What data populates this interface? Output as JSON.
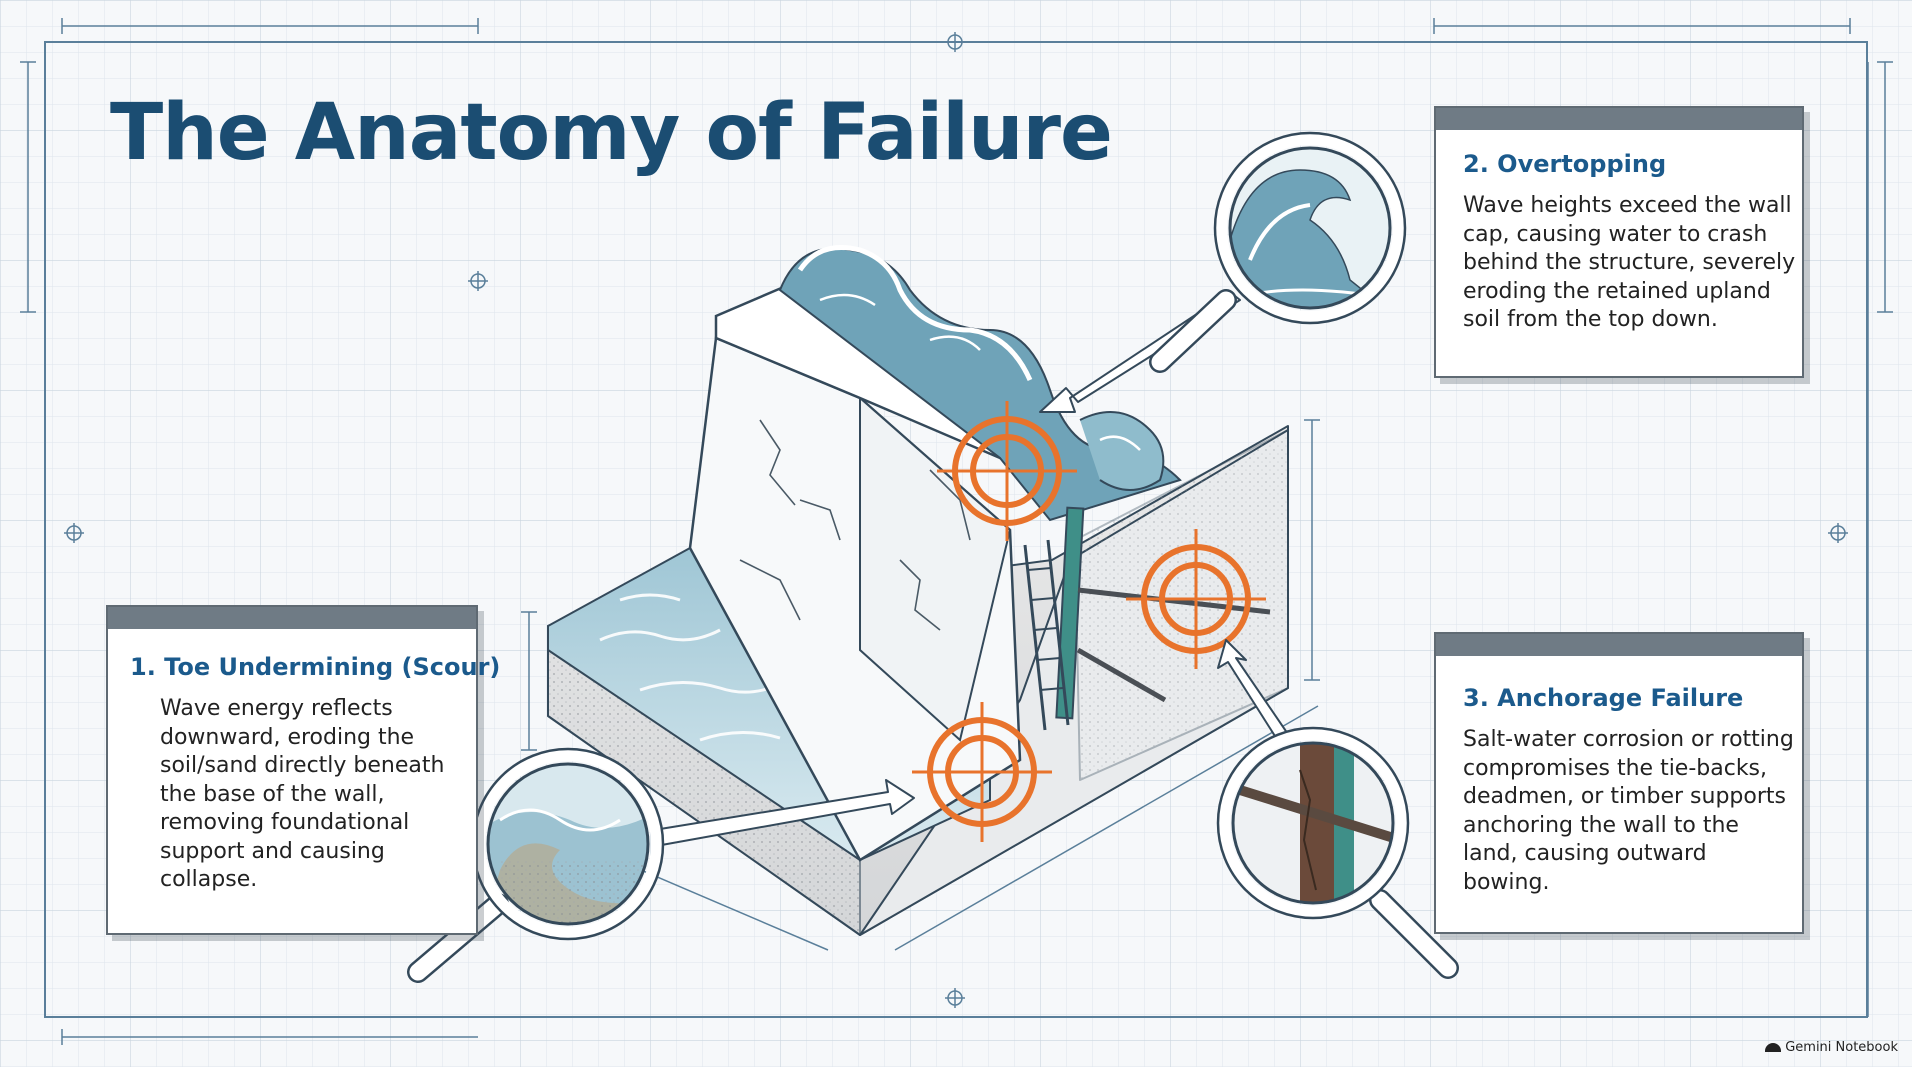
{
  "title": "The Anatomy of Failure",
  "cards": [
    {
      "heading": "1. Toe Undermining (Scour)",
      "body": "Wave energy reflects downward, eroding the soil/sand directly beneath the base of the wall, removing foundational support and causing collapse."
    },
    {
      "heading": "2. Overtopping",
      "body": "Wave heights exceed the wall cap, causing water to crash behind the structure, severely eroding the retained upland soil from the top down."
    },
    {
      "heading": "3. Anchorage Failure",
      "body": "Salt-water corrosion or rotting compromises the tie-backs, deadmen, or timber supports anchoring the wall to the land, causing outward bowing."
    }
  ],
  "credit": "Gemini Notebook",
  "colors": {
    "title": "#1b4d72",
    "heading": "#1b5a8c",
    "target": "#e8732c",
    "water": "#7fb0c4",
    "grid": "#d3dde5",
    "frame": "#5a7f9a"
  },
  "icons": [
    "target-icon",
    "magnifier-icon",
    "wave-icon",
    "crosshair-icon"
  ]
}
